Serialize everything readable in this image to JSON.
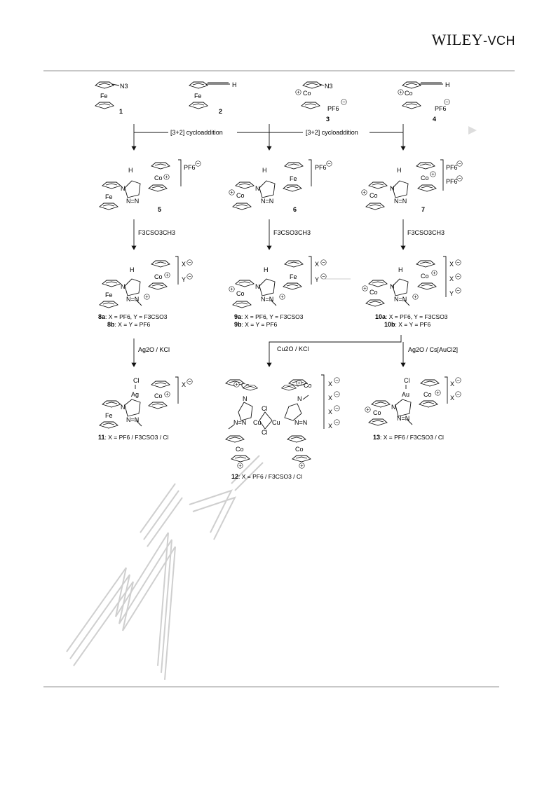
{
  "header": {
    "publisher_name": "WILEY",
    "publisher_suffix": "-VCH"
  },
  "scheme": {
    "compounds": [
      {
        "id": "c1",
        "number": "1",
        "metal": "Fe",
        "substituent": "N3",
        "charge": ""
      },
      {
        "id": "c2",
        "number": "2",
        "metal": "Fe",
        "substituent": "H",
        "charge": ""
      },
      {
        "id": "c3",
        "number": "3",
        "metal": "Co",
        "substituent": "N3",
        "charge": "PF6"
      },
      {
        "id": "c4",
        "number": "4",
        "metal": "Co",
        "substituent": "H",
        "charge": "PF6"
      }
    ],
    "row1_reagent_left": "[3+2] cycloaddition",
    "row1_reagent_right": "[3+2] cycloaddition",
    "row2": [
      {
        "number": "5",
        "metal_top": "Co",
        "metal_bottom": "Fe",
        "counterions": [
          "PF6"
        ]
      },
      {
        "number": "6",
        "metal_top": "Fe",
        "metal_bottom": "Co",
        "counterions": [
          "PF6"
        ]
      },
      {
        "number": "7",
        "metal_top": "Co",
        "metal_bottom": "Co",
        "counterions": [
          "PF6",
          "PF6"
        ]
      }
    ],
    "methylation_reagent": "F3CSO3CH3",
    "row3": [
      {
        "label_a": "8a",
        "caption_a": ": X = PF6, Y = F3CSO3",
        "label_b": "8b",
        "caption_b": ": X = Y = PF6",
        "metal_top": "Co",
        "metal_bottom": "Fe",
        "counterions": [
          "X",
          "Y"
        ]
      },
      {
        "label_a": "9a",
        "caption_a": ": X = PF6, Y = F3CSO3",
        "label_b": "9b",
        "caption_b": ": X = Y = PF6",
        "metal_top": "Fe",
        "metal_bottom": "Co",
        "counterions": [
          "X",
          "Y"
        ]
      },
      {
        "label_a": "10a",
        "caption_a": ": X = PF6, Y = F3CSO3",
        "label_b": "10b",
        "caption_b": ": X = Y = PF6",
        "metal_top": "Co",
        "metal_bottom": "Co",
        "counterions": [
          "X",
          "X",
          "Y"
        ]
      }
    ],
    "reagent_ag": "Ag2O / KCl",
    "reagent_cu": "Cu2O / KCl",
    "reagent_au": "Ag2O / Cs[AuCl2]",
    "row4": [
      {
        "number": "11",
        "caption": ": X = PF6 / F3CSO3 / Cl",
        "metal": "Ag",
        "halide": "Cl"
      },
      {
        "number": "12",
        "caption": ": X = PF6 / F3CSO3 / Cl",
        "metal": "Cu",
        "halide": "Cl"
      },
      {
        "number": "13",
        "caption": ": X = PF6 / F3CSO3 / Cl",
        "metal": "Au",
        "halide": "Cl"
      }
    ],
    "atoms": {
      "fe": "Fe",
      "co": "Co",
      "n": "N",
      "h": "H",
      "x": "X",
      "y": "Y",
      "cl": "Cl",
      "cu": "Cu",
      "ag": "Ag",
      "au": "Au"
    }
  }
}
